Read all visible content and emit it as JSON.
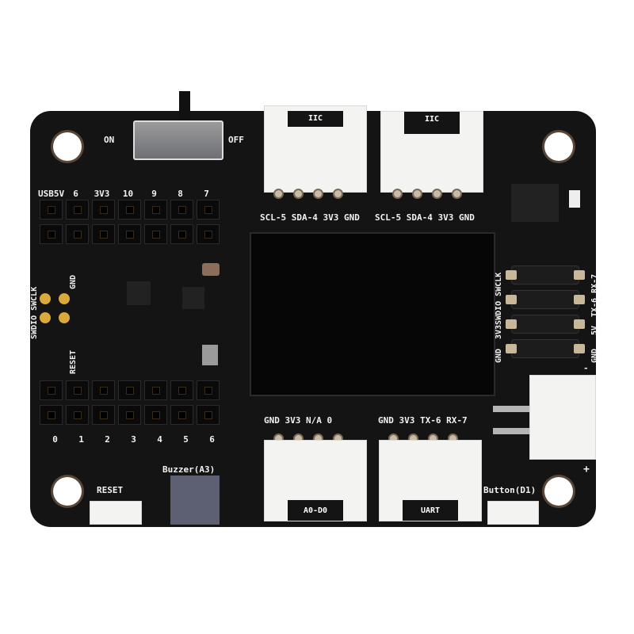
{
  "switch": {
    "on_label": "ON",
    "off_label": "OFF"
  },
  "top_header": {
    "labels": [
      "USB5V",
      "6",
      "3V3",
      "10",
      "9",
      "8",
      "7"
    ]
  },
  "bottom_header": {
    "labels": [
      "0",
      "1",
      "2",
      "3",
      "4",
      "5",
      "6"
    ]
  },
  "grove_top_left": {
    "title": "IIC",
    "pins": "SCL-5 SDA-4 3V3 GND"
  },
  "grove_top_right": {
    "title": "IIC",
    "pins": "SCL-5 SDA-4 3V3 GND"
  },
  "grove_bottom_left": {
    "title": "A0-D0",
    "pins": "GND 3V3 N/A 0"
  },
  "grove_bottom_right": {
    "title": "UART",
    "pins": "GND 3V3 TX-6 RX-7"
  },
  "swd": {
    "label_left": "3V3SWDIO SWCLK",
    "label_gnd": "GND",
    "label_right": "TX-6 RX-7",
    "label_5v": "5V",
    "label_right_gnd": "GND"
  },
  "left_debug": {
    "swd": "SWDIO SWCLK",
    "gnd": "GND",
    "reset": "RESET"
  },
  "buttons": {
    "reset": "RESET",
    "user": "Button(D1)",
    "buzzer": "Buzzer(A3)"
  },
  "battery": {
    "plus": "+",
    "minus": "-"
  },
  "colors": {
    "pcb": "#141414",
    "silk": "#f2f2f2",
    "grove": "#f3f3f1"
  }
}
